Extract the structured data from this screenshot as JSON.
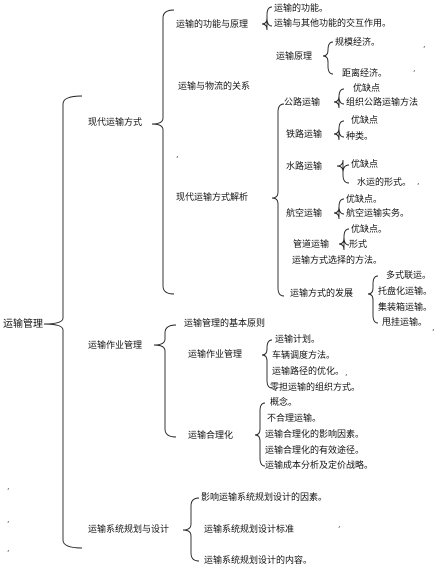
{
  "root": "运输管理",
  "section1": {
    "title": "现代运输方式",
    "functions": {
      "title": "运输的功能与原理",
      "items": [
        "运输的功能。",
        "运输与其他功能的交互作用。"
      ],
      "principle": {
        "title": "运输原理",
        "items": [
          "规模经济。",
          "距离经济。"
        ]
      }
    },
    "logistics_relation": "运输与物流的关系",
    "analysis": {
      "title": "现代运输方式解析",
      "road": {
        "title": "公路运输",
        "items": [
          "优缺点",
          "组织公路运输方法"
        ]
      },
      "rail": {
        "title": "铁路运输",
        "items": [
          "优缺点",
          "种类。"
        ]
      },
      "water": {
        "title": "水路运输",
        "items": [
          "优缺点",
          "水运的形式。"
        ]
      },
      "air": {
        "title": "航空运输",
        "items": [
          "优缺点。",
          "航空运输实务。"
        ]
      },
      "pipeline": {
        "title": "管道运输",
        "items": [
          "优缺点。",
          "形式"
        ]
      },
      "selection": "运输方式选择的方法。",
      "development": {
        "title": "运输方式的发展",
        "items": [
          "多式联运。",
          "托盘化运输。",
          "集装箱运输。",
          "甩挂运输。"
        ]
      }
    }
  },
  "section2": {
    "title": "运输作业管理",
    "basic_principle": "运输管理的基本原则",
    "operation": {
      "title": "运输作业管理",
      "items": [
        "运输计划。",
        "车辆调度方法。",
        "运输路径的优化。",
        "零担运输的组织方式。"
      ]
    },
    "rationalization": {
      "title": "运输合理化",
      "items": [
        "概念。",
        "不合理运输。",
        "运输合理化的影响因素。",
        "运输合理化的有效途径。",
        "运输成本分析及定价战略。"
      ]
    }
  },
  "section3": {
    "title": "运输系统规划与设计",
    "items": [
      "影响运输系统规划设计的因素。",
      "运输系统规划设计标准",
      "运输系统规划设计的内容。"
    ]
  },
  "marks": [
    ",",
    ",",
    ",",
    ",",
    ",",
    ",",
    ",",
    ",",
    ",",
    ","
  ]
}
